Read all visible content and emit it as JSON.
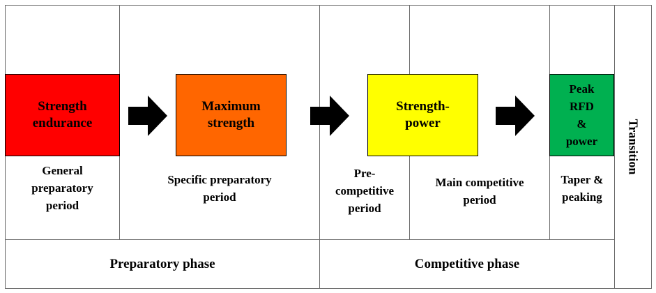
{
  "boxes": [
    {
      "label": "Strength\nendurance",
      "color": "#ff0000"
    },
    {
      "label": "Maximum\nstrength",
      "color": "#ff6600"
    },
    {
      "label": "Strength-\npower",
      "color": "#ffff00"
    },
    {
      "label": "Peak\nRFD\n&\npower",
      "color": "#00b050"
    }
  ],
  "periods": [
    "General\npreparatory\nperiod",
    "Specific preparatory\nperiod",
    "Pre-\ncompetitive\nperiod",
    "Main competitive\nperiod",
    "Taper &\npeaking"
  ],
  "phases": {
    "preparatory": "Preparatory phase",
    "competitive": "Competitive phase",
    "transition": "Transition"
  },
  "arrow_color": "#000000",
  "grid_color": "#6b6b6b"
}
